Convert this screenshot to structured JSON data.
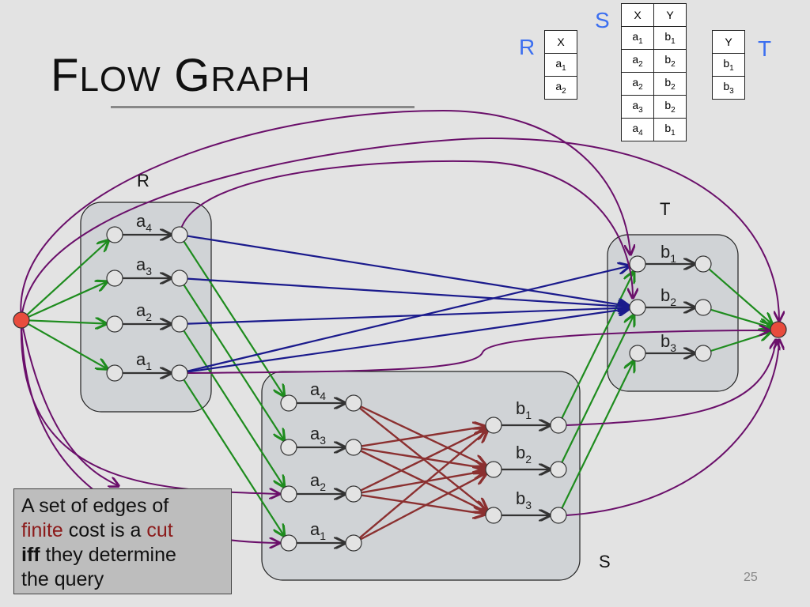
{
  "slide": {
    "title_initial_1": "F",
    "title_rest_1": "LOW",
    "title_initial_2": "G",
    "title_rest_2": "RAPH",
    "page_number": "25"
  },
  "relations": {
    "R": {
      "name": "R",
      "header": [
        "X"
      ],
      "rows": [
        [
          "a",
          "1"
        ],
        [
          "a",
          "2"
        ]
      ]
    },
    "S": {
      "name": "S",
      "header": [
        "X",
        "Y"
      ],
      "rows": [
        [
          [
            "a",
            "1"
          ],
          [
            "b",
            "1"
          ]
        ],
        [
          [
            "a",
            "2"
          ],
          [
            "b",
            "2"
          ]
        ],
        [
          [
            "a",
            "2"
          ],
          [
            "b",
            "2"
          ]
        ],
        [
          [
            "a",
            "3"
          ],
          [
            "b",
            "2"
          ]
        ],
        [
          [
            "a",
            "4"
          ],
          [
            "b",
            "1"
          ]
        ]
      ]
    },
    "T": {
      "name": "T",
      "header": [
        "Y"
      ],
      "rows": [
        [
          "b",
          "1"
        ],
        [
          "b",
          "3"
        ]
      ]
    }
  },
  "graph": {
    "box_labels": {
      "R": "R",
      "T": "T",
      "S": "S"
    },
    "r_nodes": [
      [
        "a",
        "4"
      ],
      [
        "a",
        "3"
      ],
      [
        "a",
        "2"
      ],
      [
        "a",
        "1"
      ]
    ],
    "s_left_nodes": [
      [
        "a",
        "4"
      ],
      [
        "a",
        "3"
      ],
      [
        "a",
        "2"
      ],
      [
        "a",
        "1"
      ]
    ],
    "s_right_nodes": [
      [
        "b",
        "1"
      ],
      [
        "b",
        "2"
      ],
      [
        "b",
        "3"
      ]
    ],
    "t_nodes": [
      [
        "b",
        "1"
      ],
      [
        "b",
        "2"
      ],
      [
        "b",
        "3"
      ]
    ],
    "colors": {
      "green": "#1e8c1e",
      "blue": "#1a1a8c",
      "purple": "#6a0f6a",
      "red": "#8b3030",
      "dark": "#333333",
      "source": "#e84c3d"
    }
  },
  "callout": {
    "line1": "A set of edges of",
    "finite": "finite",
    "mid": " cost is a ",
    "cut": "cut",
    "iff": "iff",
    "rest1": " they determine",
    "rest2": "the query"
  }
}
